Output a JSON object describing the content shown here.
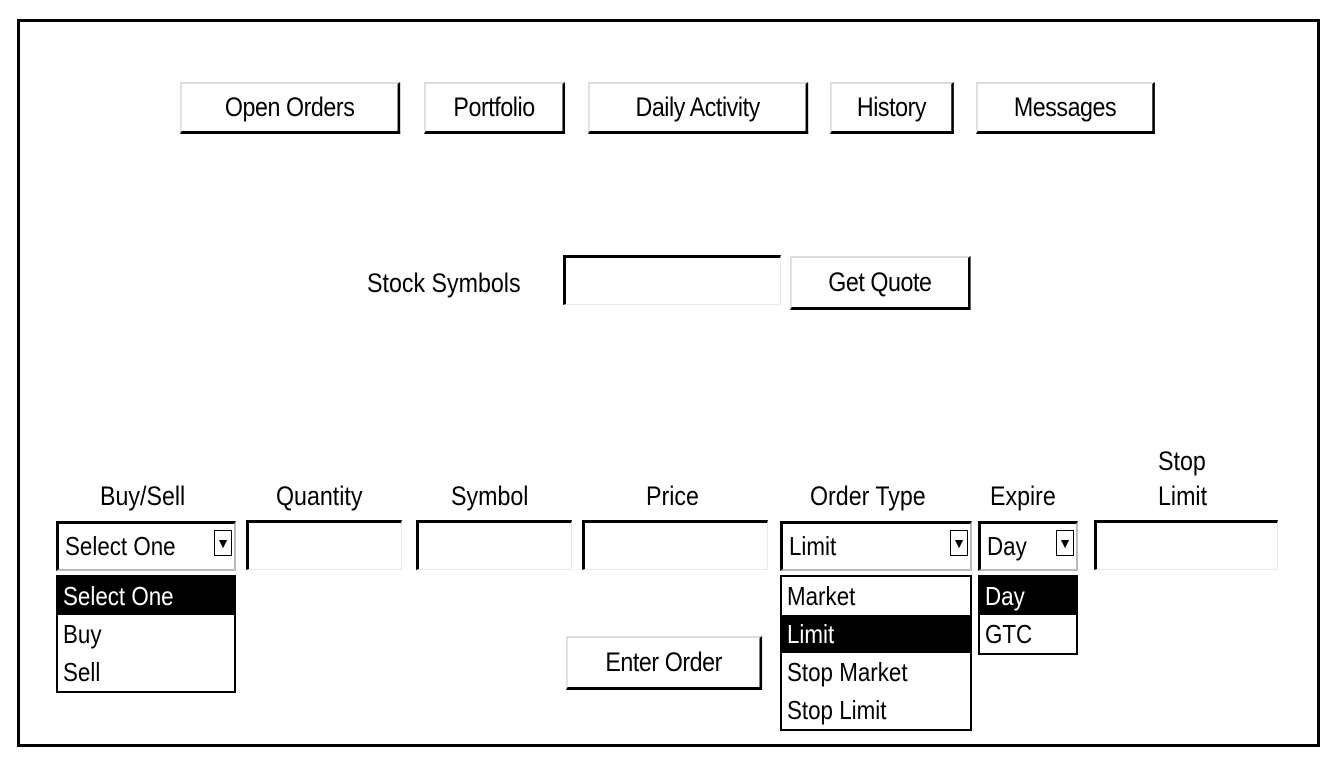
{
  "nav": {
    "open_orders": "Open Orders",
    "portfolio": "Portfolio",
    "daily_activity": "Daily Activity",
    "history": "History",
    "messages": "Messages"
  },
  "quote": {
    "label": "Stock Symbols",
    "input_value": "",
    "button": "Get Quote"
  },
  "order": {
    "headers": {
      "buy_sell": "Buy/Sell",
      "quantity": "Quantity",
      "symbol": "Symbol",
      "price": "Price",
      "order_type": "Order Type",
      "expire": "Expire",
      "stop_limit_line1": "Stop",
      "stop_limit_line2": "Limit"
    },
    "buy_sell": {
      "selected": "Select One",
      "options": [
        "Select One",
        "Buy",
        "Sell"
      ]
    },
    "order_type": {
      "selected": "Limit",
      "options": [
        "Market",
        "Limit",
        "Stop Market",
        "Stop Limit"
      ]
    },
    "expire": {
      "selected": "Day",
      "options": [
        "Day",
        "GTC"
      ]
    },
    "enter_button": "Enter Order"
  },
  "icons": {
    "dropdown": "chevron-down-icon"
  },
  "colors": {
    "selection_bg": "#000000",
    "selection_fg": "#ffffff"
  }
}
